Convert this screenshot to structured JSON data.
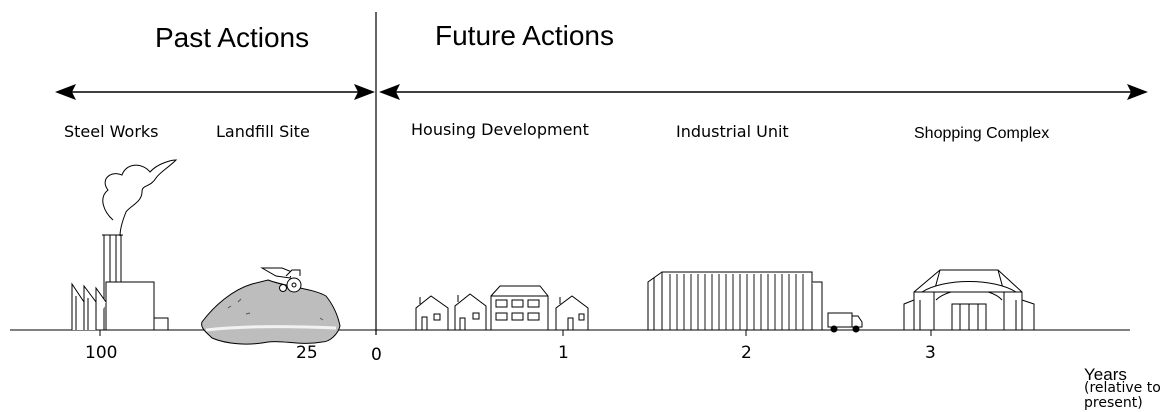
{
  "headings": {
    "past": "Past Actions",
    "future": "Future Actions"
  },
  "actions": {
    "steel_works": "Steel Works",
    "landfill": "Landfill Site",
    "housing": "Housing Development",
    "industrial": "Industrial Unit",
    "shopping": "Shopping Complex"
  },
  "axis": {
    "ticks": [
      "100",
      "25",
      "0",
      "1",
      "2",
      "3"
    ],
    "label": "Years",
    "note_line1": "(relative to",
    "note_line2": "present)"
  }
}
